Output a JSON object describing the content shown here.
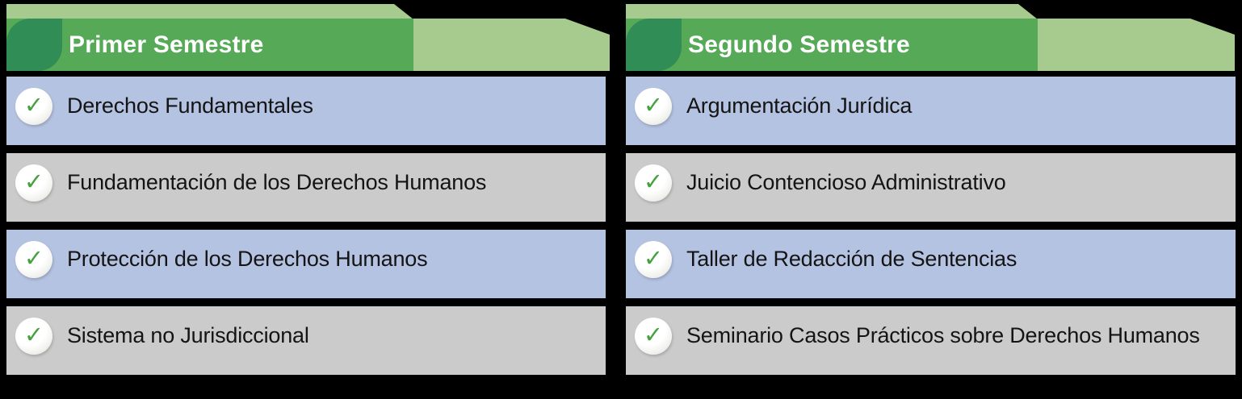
{
  "colors": {
    "background": "#000000",
    "light_green": "#a7cb8e",
    "medium_green": "#56aa57",
    "dark_green_leaf": "#2f8d55",
    "blue_row": "#b5c3e2",
    "gray_row": "#cbcbcb",
    "check_green": "#44a13c",
    "title_text": "#ffffff",
    "row_text": "#141414"
  },
  "icons": {
    "check": "✓"
  },
  "columns": [
    {
      "title": "Primer Semestre",
      "items": [
        {
          "label": "Derechos Fundamentales",
          "checked": true
        },
        {
          "label": "Fundamentación de los Derechos Humanos",
          "checked": true
        },
        {
          "label": "Protección de los Derechos Humanos",
          "checked": true
        },
        {
          "label": "Sistema no Jurisdiccional",
          "checked": true
        }
      ]
    },
    {
      "title": "Segundo Semestre",
      "items": [
        {
          "label": "Argumentación Jurídica",
          "checked": true
        },
        {
          "label": "Juicio Contencioso Administrativo",
          "checked": true
        },
        {
          "label": "Taller de Redacción de Sentencias",
          "checked": true
        },
        {
          "label": "Seminario Casos Prácticos sobre Derechos Humanos",
          "checked": true
        }
      ]
    }
  ]
}
